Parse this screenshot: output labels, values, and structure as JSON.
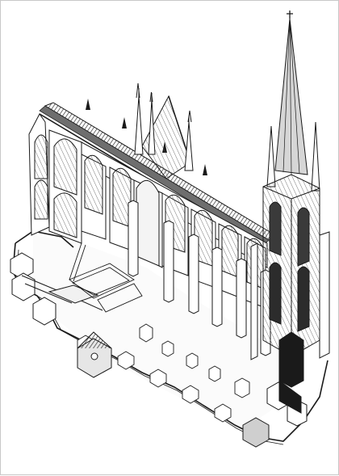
{
  "image": {
    "kind": "axonometric line drawing of a Gothic cathedral (cutaway view)",
    "ink_color": "#1a1a1a",
    "paper_color": "#ffffff",
    "roof_tone": "#6e6e6e",
    "spire_tone": "#8a8a8a"
  },
  "features": {
    "nave_bays": 8,
    "free_standing_piers": 6,
    "spire_count": 1,
    "apse_chapels": 3
  }
}
